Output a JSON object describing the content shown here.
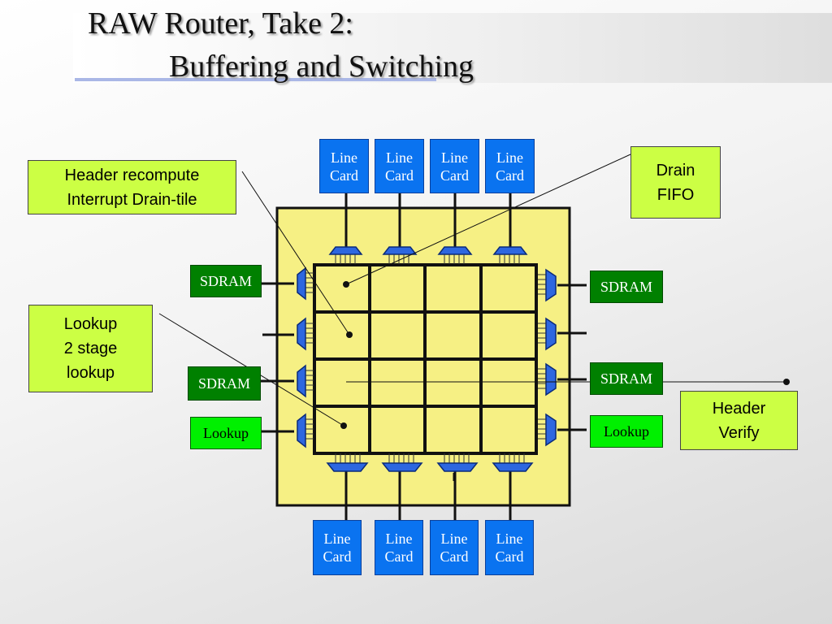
{
  "slide": {
    "title_line1": "RAW Router, Take 2:",
    "title_line2": "Buffering and Switching"
  },
  "line_card": {
    "line1": "Line",
    "line2": "Card"
  },
  "memory": {
    "sdram_label": "SDRAM",
    "lookup_label": "Lookup"
  },
  "callouts": {
    "header_recompute": [
      "Header recompute",
      "Interrupt Drain-tile"
    ],
    "drain_fifo": [
      "Drain",
      "FIFO"
    ],
    "lookup": [
      "Lookup",
      "2 stage",
      "lookup"
    ],
    "header_verify": [
      "Header",
      "Verify"
    ]
  },
  "colors": {
    "line_card": "#0a73f0",
    "sdram": "#008000",
    "lookup": "#00f000",
    "callout": "#ccff44",
    "chip": "#f6f084",
    "tile_grid": "#111111",
    "port_connector": "#2d67e0"
  },
  "grid": {
    "rows": 4,
    "cols": 4
  }
}
